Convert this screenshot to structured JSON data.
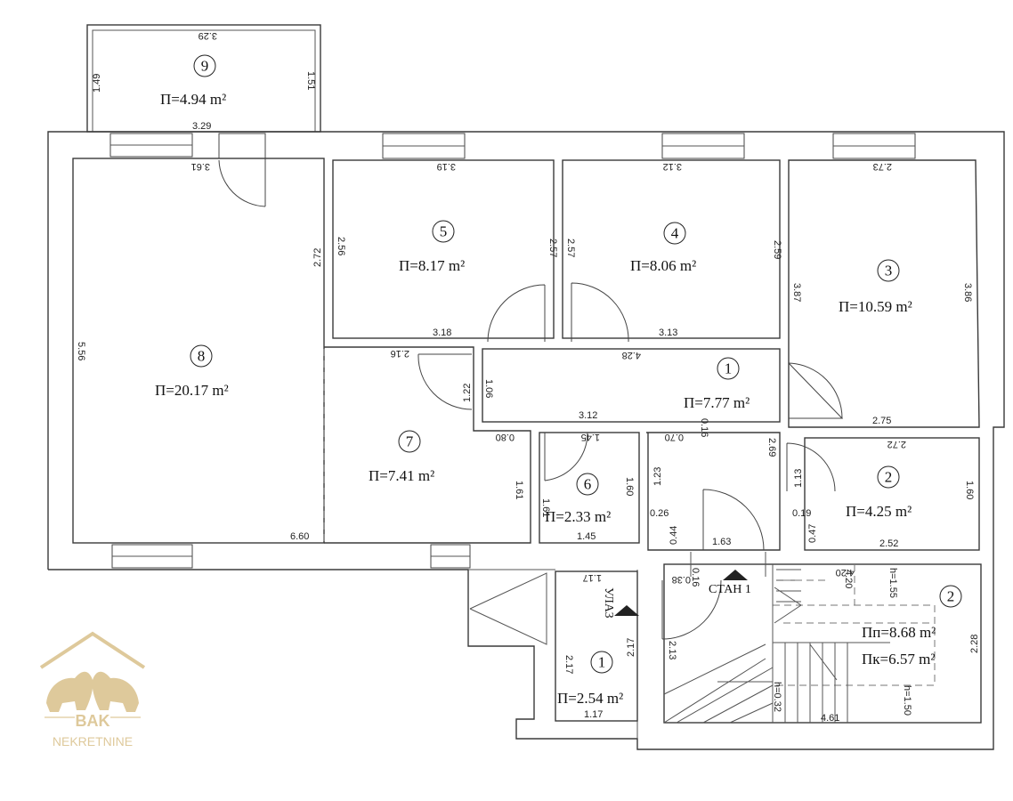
{
  "rooms": [
    {
      "id": "r9",
      "num": "9",
      "area": "П=4.94 m²"
    },
    {
      "id": "r8",
      "num": "8",
      "area": "П=20.17 m²"
    },
    {
      "id": "r5",
      "num": "5",
      "area": "П=8.17 m²"
    },
    {
      "id": "r4",
      "num": "4",
      "area": "П=8.06 m²"
    },
    {
      "id": "r3",
      "num": "3",
      "area": "П=10.59 m²"
    },
    {
      "id": "r1",
      "num": "1",
      "area": "П=7.77 m²"
    },
    {
      "id": "r7",
      "num": "7",
      "area": "П=7.41 m²"
    },
    {
      "id": "r6",
      "num": "6",
      "area": "П=2.33 m²"
    },
    {
      "id": "r2",
      "num": "2",
      "area": "П=4.25 m²"
    },
    {
      "id": "e1",
      "num": "1",
      "area": "П=2.54 m²"
    },
    {
      "id": "s2",
      "num": "2",
      "area": "Пп=8.68 m²",
      "area2": "Пк=6.57 m²"
    }
  ],
  "labels": {
    "entrance": "УЛАЗ",
    "apartment": "СТАН 1"
  },
  "dims": [
    "3.29",
    "1.49",
    "1.51",
    "3.29",
    "3.61",
    "3.19",
    "3.12",
    "2.73",
    "2.56",
    "2.57",
    "2.57",
    "2.59",
    "2.72",
    "3.87",
    "3.86",
    "5.56",
    "3.18",
    "3.13",
    "2.16",
    "4.28",
    "1.22",
    "1.06",
    "3.12",
    "0.16",
    "2.75",
    "0.80",
    "1.45",
    "0.70",
    "2.69",
    "2.72",
    "1.61",
    "1.61",
    "1.60",
    "1.23",
    "1.13",
    "1.60",
    "0.26",
    "0.44",
    "0.19",
    "0.47",
    "1.45",
    "1.63",
    "2.52",
    "6.60",
    "1.17",
    "0.16",
    "0.38",
    "4.20",
    "4.20",
    "h=1.55",
    "2.17",
    "2.17",
    "2.13",
    "2.28",
    "1.17",
    "h=0.32",
    "4.61",
    "h=1.50"
  ],
  "logo": {
    "brand": "BAK",
    "subtitle": "NEKRETNINE",
    "color": "#d9c08a"
  }
}
